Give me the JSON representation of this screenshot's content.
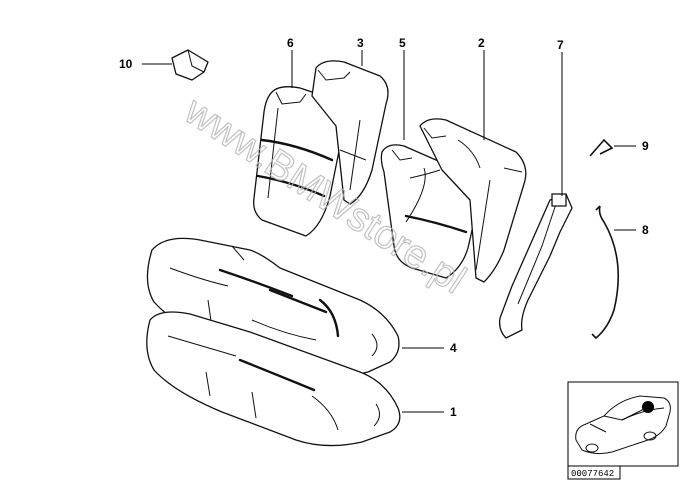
{
  "watermark": "www.BMWstore.pl",
  "callouts": [
    {
      "id": "10",
      "label": "10"
    },
    {
      "id": "6",
      "label": "6"
    },
    {
      "id": "3",
      "label": "3"
    },
    {
      "id": "5",
      "label": "5"
    },
    {
      "id": "2",
      "label": "2"
    },
    {
      "id": "7",
      "label": "7"
    },
    {
      "id": "9",
      "label": "9"
    },
    {
      "id": "8",
      "label": "8"
    },
    {
      "id": "4",
      "label": "4"
    },
    {
      "id": "1",
      "label": "1"
    }
  ],
  "inset": {
    "reference_number": "00077642"
  }
}
